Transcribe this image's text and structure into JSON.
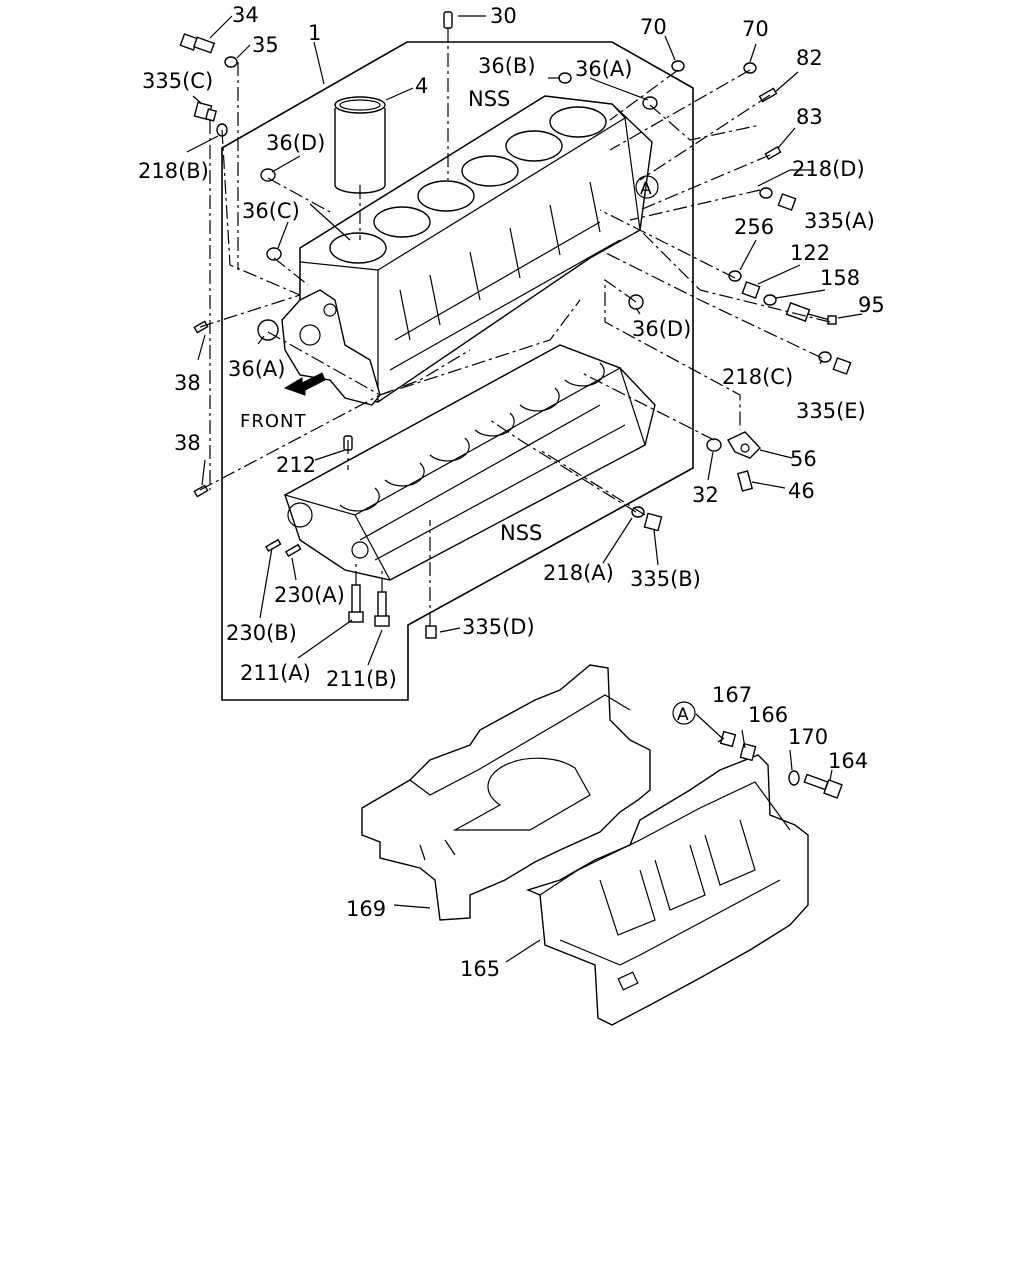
{
  "diagram": {
    "front_label": "FRONT",
    "callout_ref": "A",
    "labels": {
      "p34": "34",
      "p35": "35",
      "p1": "1",
      "p30": "30",
      "p70a": "70",
      "p70b": "70",
      "p82": "82",
      "p335c": "335(C)",
      "p4": "4",
      "p36b": "36(B)",
      "p36a_top": "36(A)",
      "nss_top": "NSS",
      "p83": "83",
      "p218b": "218(B)",
      "p36d_top": "36(D)",
      "p218d": "218(D)",
      "p335a": "335(A)",
      "p36c": "36(C)",
      "p256": "256",
      "p122": "122",
      "p158": "158",
      "p95": "95",
      "p36d_mid": "36(D)",
      "p38a": "38",
      "p36a_left": "36(A)",
      "p218c": "218(C)",
      "p335e": "335(E)",
      "p38b": "38",
      "p212": "212",
      "p56": "56",
      "p46": "46",
      "p32": "32",
      "nss_bottom": "NSS",
      "p218a": "218(A)",
      "p335b": "335(B)",
      "p230a": "230(A)",
      "p230b": "230(B)",
      "p335d": "335(D)",
      "p211a": "211(A)",
      "p211b": "211(B)",
      "p167": "167",
      "p166": "166",
      "p170": "170",
      "p164": "164",
      "p169": "169",
      "p165": "165"
    }
  }
}
